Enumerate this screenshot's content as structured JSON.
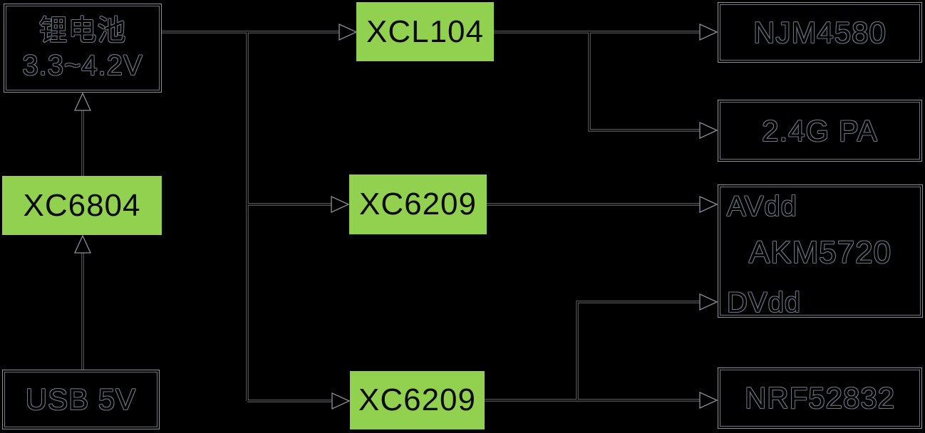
{
  "diagram": {
    "type": "power-tree-block-diagram",
    "colors": {
      "background": "#000000",
      "regulator_green": "#92d050",
      "wire_gray": "#6a6a6a",
      "box_border_gray": "#8e959c"
    },
    "nodes": {
      "battery": {
        "line1": "锂电池",
        "line2": "3.3~4.2V"
      },
      "charger": {
        "label": "XC6804"
      },
      "usb": {
        "label": "USB 5V"
      },
      "buck": {
        "label": "XCL104"
      },
      "ldo_mid": {
        "label": "XC6209"
      },
      "ldo_bot": {
        "label": "XC6209"
      },
      "opamp": {
        "label": "NJM4580"
      },
      "pa": {
        "label": "2.4G PA"
      },
      "codec": {
        "label": "AKM5720",
        "pin_top": "AVdd",
        "pin_bottom": "DVdd"
      },
      "mcu": {
        "label": "NRF52832"
      }
    },
    "edges": [
      {
        "from": "USB 5V",
        "to": "XC6804"
      },
      {
        "from": "XC6804",
        "to": "锂电池 3.3~4.2V"
      },
      {
        "from": "锂电池 3.3~4.2V",
        "to": "XCL104"
      },
      {
        "from": "锂电池 3.3~4.2V",
        "to": "XC6209 (middle)"
      },
      {
        "from": "锂电池 3.3~4.2V",
        "to": "XC6209 (bottom)"
      },
      {
        "from": "XCL104",
        "to": "NJM4580"
      },
      {
        "from": "XCL104",
        "to": "2.4G PA"
      },
      {
        "from": "XC6209 (middle)",
        "to": "AKM5720 AVdd"
      },
      {
        "from": "XC6209 (bottom)",
        "to": "AKM5720 DVdd"
      },
      {
        "from": "XC6209 (bottom)",
        "to": "NRF52832"
      }
    ]
  }
}
